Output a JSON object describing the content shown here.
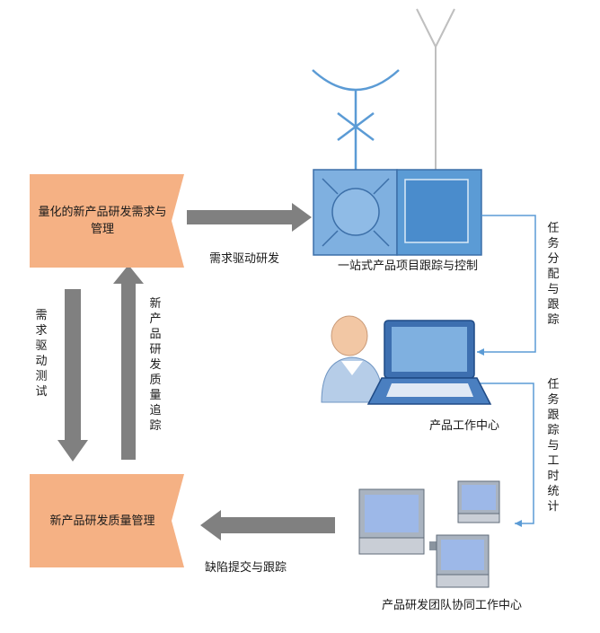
{
  "colors": {
    "box_fill": "#f5b184",
    "arrow_gray": "#808080",
    "connector_blue": "#5b9bd5",
    "device_blue": "#5b9bd5",
    "device_blue_dark": "#3c6fa8",
    "antenna_gray": "#bfbfbf"
  },
  "boxes": {
    "requirements": "量化的新产品研发需求与管理",
    "quality": "新产品研发质量管理"
  },
  "arrows": {
    "demand_driven_rd": "需求驱动研发",
    "demand_driven_test": "需求驱动测试",
    "quality_tracking": "新产品研发质量追踪",
    "defect_submit": "缺陷提交与跟踪"
  },
  "nodes": {
    "one_stop": "一站式产品项目跟踪与控制",
    "work_center": "产品工作中心",
    "team_center": "产品研发团队协同工作中心"
  },
  "connectors": {
    "task_assign": "任务分配与跟踪",
    "task_tracking": "任务跟踪与工时统计"
  },
  "icons": {
    "satellite_dish": "satellite-dish-icon",
    "antenna": "antenna-icon",
    "control_panel": "control-panel-icon",
    "user": "user-icon",
    "laptop": "laptop-icon",
    "desktop": "desktop-computer-icon"
  }
}
